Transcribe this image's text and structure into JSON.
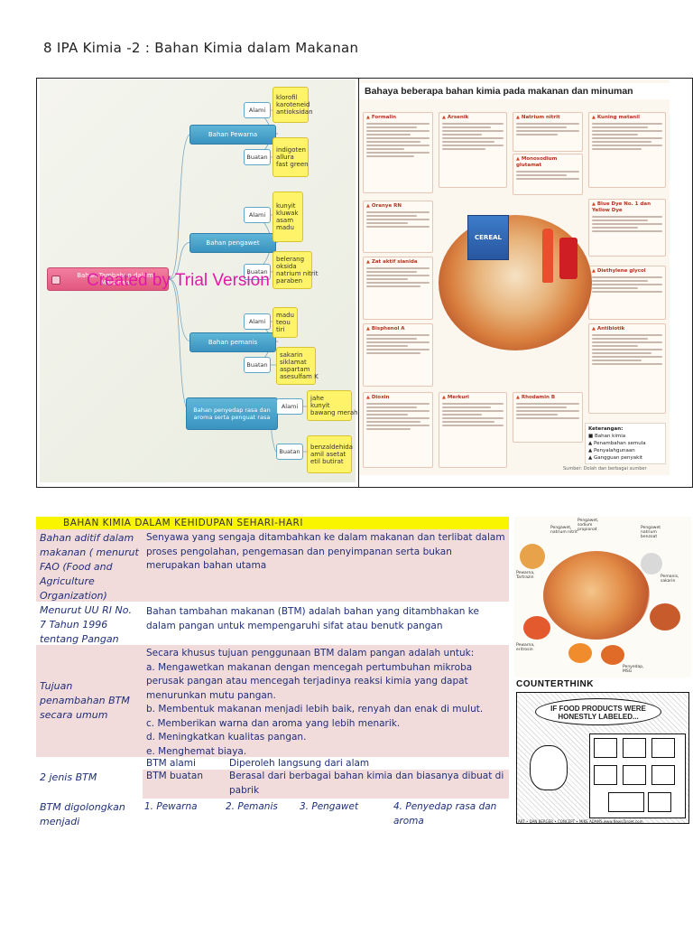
{
  "page": {
    "title": "8  IPA  Kimia -2 :  Bahan Kimia dalam Makanan"
  },
  "mindmap": {
    "root": "Bahan Tambahan dalam Makanan",
    "watermark": "Created by Trial Version",
    "branches": [
      {
        "label": "Bahan Pewarna",
        "sub": [
          {
            "label": "Alami",
            "leaf": "klorofil\nkaroteneid\nantioksidan"
          },
          {
            "label": "Buatan",
            "leaf": "indigoten\nallura\nfast green"
          }
        ]
      },
      {
        "label": "Bahan pengawet",
        "sub": [
          {
            "label": "Alami",
            "leaf": "kunyit\nkluwak\nasam\nmadu"
          },
          {
            "label": "Buatan",
            "leaf": "belerang\noksida\nnatrium nitrit\nparaben"
          }
        ]
      },
      {
        "label": "Bahan pemanis",
        "sub": [
          {
            "label": "Alami",
            "leaf": "madu\nteou\ntiri"
          },
          {
            "label": "Buatan",
            "leaf": "sakarin\nsiklamat\naspartam\nasesulfam K"
          }
        ]
      },
      {
        "label": "Bahan penyedap rasa dan aroma  serta penguat rasa",
        "sub": [
          {
            "label": "Alami",
            "leaf": "jahe\nkunyit\nbawang merah"
          },
          {
            "label": "Buatan",
            "leaf": "benzaldehida\namil asetat\netil butirat"
          }
        ]
      }
    ]
  },
  "infographic": {
    "title": "Bahaya beberapa bahan kimia pada makanan dan minuman",
    "cards": [
      "Formalin",
      "Arsenik",
      "Natrium nitrit",
      "Kuning metanil",
      "Oranye RN",
      "Monosodium glutamat",
      "Blue Dye No. 1 dan Yellow Dye",
      "Zat aktif sianida",
      "Bisphenol A",
      "Diethylene glycol",
      "Dioxin",
      "Merkuri",
      "Rhodamin B",
      "Antibiotik"
    ],
    "cereal": "CEREAL",
    "legend_title": "Keterangan:",
    "legend_items": [
      "Bahan kimia",
      "Penambahan semula",
      "Penyalahgunaan",
      "Gangguan penyakit"
    ],
    "source": "Sumber: Dolah dan berbagai sumber"
  },
  "table": {
    "header": "BAHAN KIMIA DALAM KEHIDUPAN SEHARI-HARI",
    "rows": [
      {
        "label": "Bahan aditif dalam makanan ( menurut FAO (Food and Agriculture Organization)",
        "text": "Senyawa yang sengaja ditambahkan ke dalam makanan dan terlibat dalam proses pengolahan, pengemasan dan penyimpanan serta bukan merupakan bahan utama"
      },
      {
        "label": "Menurut UU RI No. 7  Tahun 1996 tentang Pangan",
        "text": "Bahan tambahan makanan (BTM) adalah  bahan yang ditambhakan ke dalam pangan untuk mempengaruhi sifat atau benutk pangan"
      },
      {
        "label": "Tujuan penambahan BTM secara umum",
        "intro": "Secara khusus tujuan penggunaan BTM dalam pangan adalah untuk:",
        "items": [
          "a.      Mengawetkan makanan dengan mencegah pertumbuhan mikroba perusak pangan atau mencegah terjadinya reaksi kimia yang dapat menurunkan mutu pangan.",
          "b.      Membentuk makanan menjadi lebih baik, renyah dan enak di mulut.",
          "c.      Memberikan warna dan aroma yang lebih menarik.",
          "d.      Meningkatkan kualitas pangan.",
          "e.      Menghemat biaya."
        ]
      },
      {
        "label": "2 jenis BTM",
        "sub": [
          {
            "a": "BTM alami",
            "b": "Diperoleh langsung dari alam"
          },
          {
            "a": "BTM buatan",
            "b": "Berasal dari berbagai bahan kimia dan biasanya dibuat di pabrik"
          }
        ]
      },
      {
        "label": "BTM digolongkan menjadi",
        "groups": [
          "1.      Pewarna",
          "2.    Pemanis",
          "3.     Pengawet",
          "4.      Penyedap rasa dan aroma"
        ]
      }
    ]
  },
  "images": {
    "labels": [
      "Pengawet, sodium propionat",
      "Pengawet natrium benzoat",
      "Pengawet, natrium nitrit",
      "Pemanis, sakarin",
      "Pewarna, Tartrazin",
      "Penyedap, MSG",
      "Pewarna, eritrosin"
    ],
    "cartoon": {
      "title": "COUNTERTHINK",
      "bubble": "IF FOOD PRODUCTS WERE HONESTLY LABELED...",
      "credit": "ART • DAN BERGER • CONCEPT • MIKE ADAMS          www.NewsTarget.com"
    }
  }
}
